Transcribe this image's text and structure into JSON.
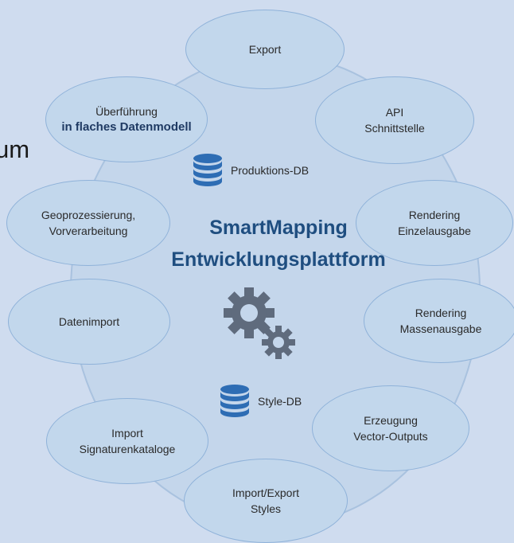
{
  "fragment_text": "um",
  "center": {
    "line1": "SmartMapping",
    "line2": "Entwicklungsplattform"
  },
  "databases": {
    "production": "Produktions-DB",
    "style": "Style-DB"
  },
  "nodes": {
    "export": {
      "line1": "Export"
    },
    "api": {
      "line1": "API",
      "line2": "Schnittstelle"
    },
    "rendering_einzel": {
      "line1": "Rendering",
      "line2": "Einzelausgabe"
    },
    "rendering_masse": {
      "line1": "Rendering",
      "line2": "Massenausgabe"
    },
    "vector": {
      "line1": "Erzeugung",
      "line2": "Vector-Outputs"
    },
    "import_export_styles": {
      "line1": "Import/Export",
      "line2": "Styles"
    },
    "import_signatur": {
      "line1": "Import",
      "line2": "Signaturenkataloge"
    },
    "datenimport": {
      "line1": "Datenimport"
    },
    "geoprozess": {
      "line1": "Geoprozessierung,",
      "line2": "Vorverarbeitung"
    },
    "ueberfuehrung": {
      "line1": "Überführung",
      "line2": "in flaches Datenmodell"
    }
  },
  "icons": [
    "database-icon",
    "gears-icon"
  ],
  "colors": {
    "background": "#cfdcef",
    "title": "#1f4e80",
    "node_fill": "#c2d7ec",
    "node_border": "#8fb2d9",
    "icon": "#5f6b7d",
    "db_icon": "#2e6db4"
  }
}
